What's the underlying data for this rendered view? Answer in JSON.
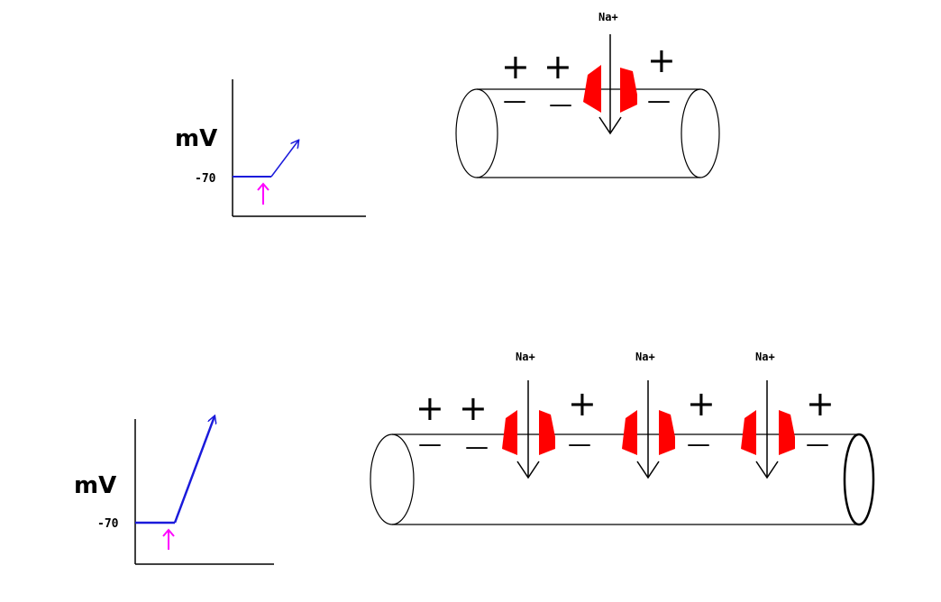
{
  "colors": {
    "trace": "#1a1adb",
    "stimulus_arrow": "#ff00ff",
    "channel": "#ff0000",
    "ink": "#000000"
  },
  "top_panel": {
    "graph": {
      "y_label": "mV",
      "resting_label": "-70"
    },
    "ion_label": "Na+",
    "plus_signs": [
      "+",
      "+",
      "+"
    ],
    "minus_signs": [
      "—",
      "—",
      "—"
    ]
  },
  "bottom_panel": {
    "graph": {
      "y_label": "mV",
      "resting_label": "-70"
    },
    "ion_labels": [
      "Na+",
      "Na+",
      "Na+"
    ],
    "plus_signs": [
      "+",
      "+",
      "+",
      "+",
      "+"
    ],
    "minus_signs": [
      "—",
      "—",
      "—",
      "—",
      "—"
    ]
  }
}
